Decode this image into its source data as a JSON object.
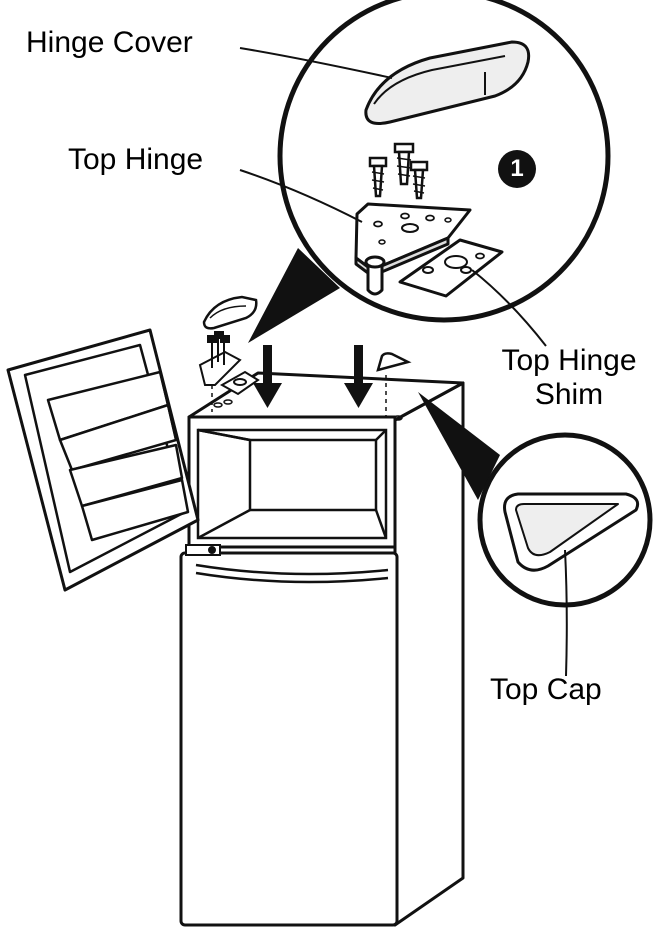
{
  "labels": {
    "hinge_cover": "Hinge Cover",
    "top_hinge": "Top Hinge",
    "top_hinge_shim": "Top Hinge\nShim",
    "top_cap": "Top Cap"
  },
  "step_number": "1",
  "colors": {
    "line": "#111111",
    "fill": "#ffffff",
    "shade": "#d9d9d9"
  }
}
